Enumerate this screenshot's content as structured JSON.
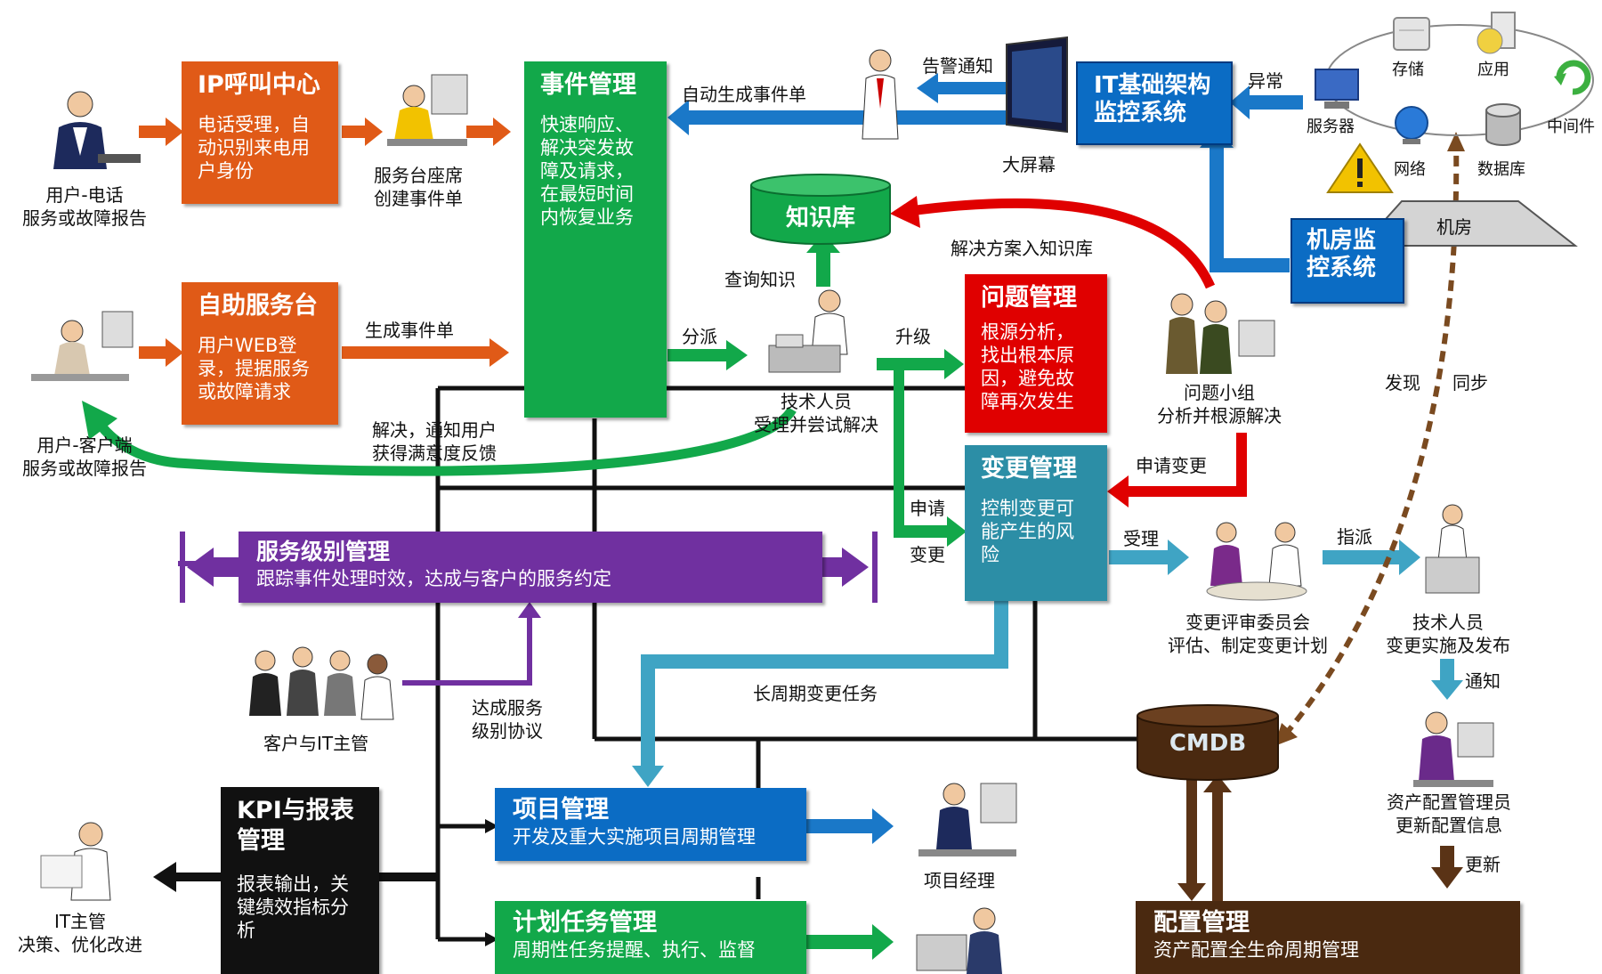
{
  "colors": {
    "orange": "#e05a17",
    "green": "#12a84a",
    "red": "#e00000",
    "teal": "#2c8ea6",
    "purple": "#7030a0",
    "blue": "#0b6cc4",
    "black": "#111111",
    "brown": "#4a2910",
    "arrow_blue": "#1a78c8",
    "arrow_teal": "#3fa4c4"
  },
  "boxes": {
    "ip_call_center": {
      "title": "IP呼叫中心",
      "desc": "电话受理，自动识别来电用户身份"
    },
    "self_service": {
      "title": "自助服务台",
      "desc": "用户WEB登录，提据服务或故障请求"
    },
    "incident_mgmt": {
      "title": "事件管理",
      "desc": "快速响应、解决突发故障及请求，在最短时间内恢复业务"
    },
    "knowledge_base": {
      "title": "知识库"
    },
    "problem_mgmt": {
      "title": "问题管理",
      "desc": "根源分析，找出根本原因，避免故障再次发生"
    },
    "change_mgmt": {
      "title": "变更管理",
      "desc": "控制变更可能产生的风险"
    },
    "sla_mgmt": {
      "title": "服务级别管理",
      "desc": "跟踪事件处理时效，达成与客户的服务约定"
    },
    "infra_monitor": {
      "title": "IT基础架构监控系统"
    },
    "room_monitor": {
      "title": "机房监控系统"
    },
    "kpi_report": {
      "title": "KPI与报表管理",
      "desc": "报表输出，关键绩效指标分析"
    },
    "project_mgmt": {
      "title": "项目管理",
      "desc": "开发及重大实施项目周期管理"
    },
    "plan_task_mgmt": {
      "title": "计划任务管理",
      "desc": "周期性任务提醒、执行、监督"
    },
    "cmdb": {
      "title": "CMDB"
    },
    "config_mgmt": {
      "title": "配置管理",
      "desc": "资产配置全生命周期管理"
    }
  },
  "labels": {
    "user_phone": [
      "用户-电话",
      "服务或故障报告"
    ],
    "user_client": [
      "用户-客户端",
      "服务或故障报告"
    ],
    "service_desk_agent": [
      "服务台座席",
      "创建事件单"
    ],
    "gen_ticket": "生成事件单",
    "auto_gen_ticket": "自动生成事件单",
    "alarm_notice": "告警通知",
    "big_screen": "大屏幕",
    "exception": "异常",
    "storage": "存储",
    "application": "应用",
    "server": "服务器",
    "network": "网络",
    "database": "数据库",
    "middleware": "中间件",
    "machine_room": "机房",
    "query_knowledge": "查询知识",
    "solution_to_kb": "解决方案入知识库",
    "dispatch": "分派",
    "escalate": "升级",
    "tech_staff_1": [
      "技术人员",
      "受理并尝试解决"
    ],
    "resolve_notify": [
      "解决，通知用户",
      "获得满意度反馈"
    ],
    "problem_team": [
      "问题小组",
      "分析并根源解决"
    ],
    "request_change": "申请变更",
    "apply": "申请",
    "change": "变更",
    "accept": "受理",
    "assign": "指派",
    "cab": [
      "变更评审委员会",
      "评估、制定变更计划"
    ],
    "tech_staff_2": [
      "技术人员",
      "变更实施及发布"
    ],
    "notify": "通知",
    "discover": "发现",
    "sync": "同步",
    "long_term_task": "长周期变更任务",
    "sla_agreement": [
      "达成服务",
      "级别协议"
    ],
    "customer_it": "客户与IT主管",
    "asset_admin": [
      "资产配置管理员",
      "更新配置信息"
    ],
    "update": "更新",
    "project_manager": "项目经理",
    "it_manager": [
      "IT主管",
      "决策、优化改进"
    ]
  }
}
